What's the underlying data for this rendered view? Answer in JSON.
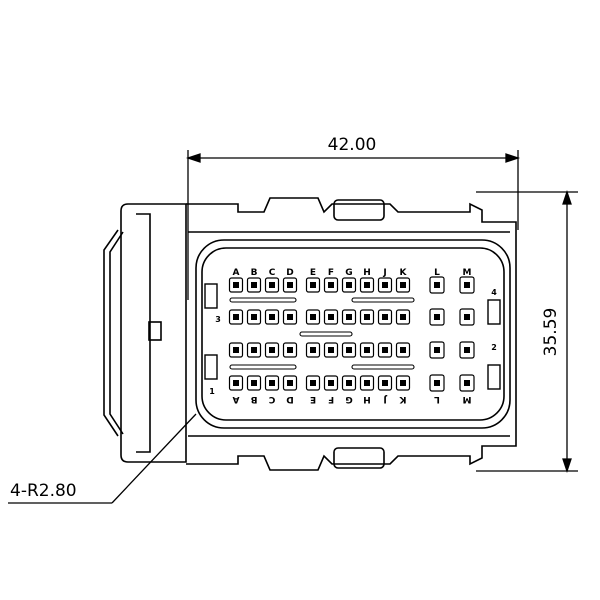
{
  "dimensions": {
    "width": "42.00",
    "height": "35.59",
    "radius": "4-R2.80"
  },
  "column_letters_top": [
    "A",
    "B",
    "C",
    "D",
    "E",
    "F",
    "G",
    "H",
    "J",
    "K",
    "L",
    "M"
  ],
  "column_letters_bottom": [
    "A",
    "B",
    "C",
    "D",
    "E",
    "F",
    "G",
    "H",
    "J",
    "K",
    "L",
    "M"
  ],
  "key_labels": {
    "k1": "1",
    "k2": "2",
    "k3": "3",
    "k4": "4"
  }
}
